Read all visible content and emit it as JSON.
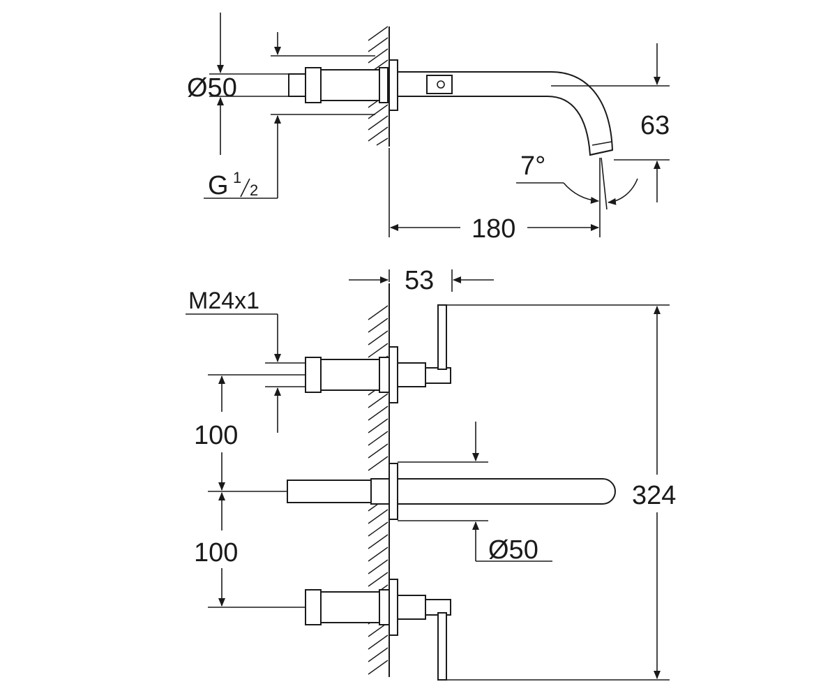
{
  "top_view": {
    "diameter_label": "Ø50",
    "thread_label_main": "G",
    "thread_label_num": "1",
    "thread_label_den": "2",
    "height_label": "63",
    "angle_label": "7°",
    "length_label": "180"
  },
  "bottom_view": {
    "depth_label": "53",
    "thread_label": "M24x1",
    "spacing_upper_label": "100",
    "spacing_lower_label": "100",
    "total_height_label": "324",
    "spout_diameter_label": "Ø50"
  },
  "colors": {
    "line": "#1a1a1a",
    "background": "#ffffff"
  }
}
